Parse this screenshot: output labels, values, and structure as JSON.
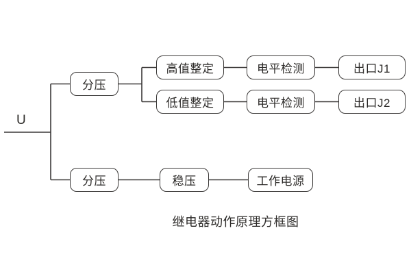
{
  "diagram": {
    "title": "继电器动作原理方框图",
    "input_label": "U",
    "nodes": [
      {
        "id": "voltage-divider-top",
        "label": "分压"
      },
      {
        "id": "high-value-setting",
        "label": "高值整定"
      },
      {
        "id": "low-value-setting",
        "label": "低值整定"
      },
      {
        "id": "level-detect-1",
        "label": "电平检测"
      },
      {
        "id": "level-detect-2",
        "label": "电平检测"
      },
      {
        "id": "output-j1",
        "label": "出口J1"
      },
      {
        "id": "output-j2",
        "label": "出口J2"
      },
      {
        "id": "voltage-divider-bottom",
        "label": "分压"
      },
      {
        "id": "voltage-regulator",
        "label": "稳压"
      },
      {
        "id": "working-power",
        "label": "工作电源"
      }
    ],
    "edges": [
      {
        "from": "input-U",
        "to": "voltage-divider-top"
      },
      {
        "from": "input-U",
        "to": "voltage-divider-bottom"
      },
      {
        "from": "voltage-divider-top",
        "to": "high-value-setting"
      },
      {
        "from": "voltage-divider-top",
        "to": "low-value-setting"
      },
      {
        "from": "high-value-setting",
        "to": "level-detect-1"
      },
      {
        "from": "level-detect-1",
        "to": "output-j1"
      },
      {
        "from": "low-value-setting",
        "to": "level-detect-2"
      },
      {
        "from": "level-detect-2",
        "to": "output-j2"
      },
      {
        "from": "voltage-divider-bottom",
        "to": "voltage-regulator"
      },
      {
        "from": "voltage-regulator",
        "to": "working-power"
      }
    ],
    "colors": {
      "line": "#3b3938",
      "text": "#2d2b29",
      "background": "#ffffff"
    }
  }
}
